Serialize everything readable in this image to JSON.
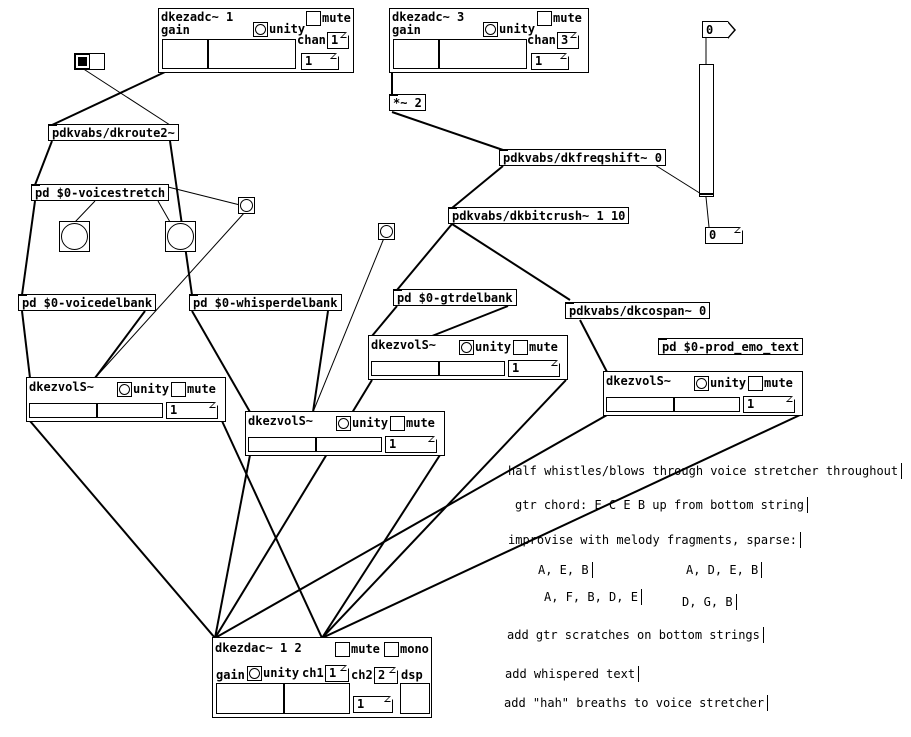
{
  "adc1": {
    "name": "dkezadc~ 1",
    "gain": "gain",
    "unity": "unity",
    "mute": "mute",
    "chan": "chan",
    "chan_value": "1",
    "num_value": "1"
  },
  "adc3": {
    "name": "dkezadc~ 3",
    "gain": "gain",
    "unity": "unity",
    "mute": "mute",
    "chan": "chan",
    "chan_value": "3",
    "num_value": "1"
  },
  "objects": {
    "route": "pdkvabs/dkroute2~",
    "voicestretch": "pd $0-voicestretch",
    "mul": "*~ 2",
    "freqshift": "pdkvabs/dkfreqshift~ 0",
    "bitcrush": "pdkvabs/dkbitcrush~ 1 10",
    "voicedelbank": "pd $0-voicedelbank",
    "whisperdelbank": "pd $0-whisperdelbank",
    "gtrdelbank": "pd $0-gtrdelbank",
    "cospan": "pdkvabs/dkcospan~ 0",
    "emo": "pd $0-prod_emo_text"
  },
  "msg_top": "0",
  "num_right": "0",
  "vol1": {
    "name": "dkezvolS~",
    "unity": "unity",
    "mute": "mute",
    "num_value": "1"
  },
  "vol2": {
    "name": "dkezvolS~",
    "unity": "unity",
    "mute": "mute",
    "num_value": "1"
  },
  "vol3": {
    "name": "dkezvolS~",
    "unity": "unity",
    "mute": "mute",
    "num_value": "1"
  },
  "vol4": {
    "name": "dkezvolS~",
    "unity": "unity",
    "mute": "mute",
    "num_value": "1"
  },
  "dac": {
    "name": "dkezdac~ 1 2",
    "mute": "mute",
    "mono": "mono",
    "gain": "gain",
    "unity": "unity",
    "ch1": "ch1",
    "ch1_value": "1",
    "ch2": "ch2",
    "ch2_value": "2",
    "dsp": "dsp",
    "num_value": "1"
  },
  "comments": [
    "half whistles/blows through voice stretcher throughout",
    "gtr chord: E C E B up from bottom string",
    "improvise with melody fragments, sparse:",
    "A, E, B",
    "A, D, E, B",
    "A, F, B, D, E",
    "D, G, B",
    "add gtr scratches on bottom strings",
    "add whispered text",
    "add \"hah\" breaths to voice stretcher"
  ]
}
